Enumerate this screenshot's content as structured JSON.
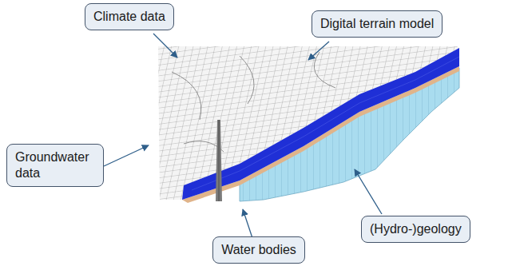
{
  "diagram": {
    "nodes": [
      {
        "text": [
          "Climate data"
        ]
      },
      {
        "text": [
          "Digital terrain model"
        ]
      },
      {
        "text": [
          "Groundwater data"
        ]
      },
      {
        "text": [
          "(Hydro-)geology"
        ]
      },
      {
        "text": [
          "Water bodies"
        ]
      }
    ]
  }
}
